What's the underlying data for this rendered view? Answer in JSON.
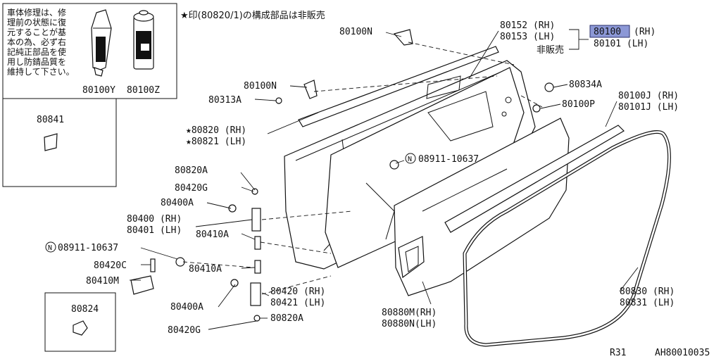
{
  "notes": {
    "repair_note": [
      "車体修理は、修",
      "理前の状態に復",
      "元することが基",
      "本の為、必ず右",
      "記純正部品を使",
      "用し防錆品質を",
      "維持して下さい。"
    ],
    "star_note": "★印(80820/1)の構成部品は非販売",
    "not_sold": "非販売"
  },
  "labels": {
    "p80100y": "80100Y",
    "p80100z": "80100Z",
    "p80841": "80841",
    "p80824": "80824",
    "p80100n_a": "80100N",
    "p80100n_b": "80100N",
    "p80313a": "80313A",
    "p80820rh": "★80820 (RH)",
    "p80821lh": "★80821 (LH)",
    "p80820a_a": "80820A",
    "p80420g_a": "80420G",
    "p80400a_a": "80400A",
    "p80400rh": "80400 (RH)",
    "p80401lh": "80401 (LH)",
    "p80410a_a": "80410A",
    "p08911_a": "08911-10637",
    "p80420c": "80420C",
    "p80410m": "80410M",
    "p80410a_b": "80410A",
    "p80400a_b": "80400A",
    "p80420rh": "80420 (RH)",
    "p80421lh": "80421 (LH)",
    "p80420g_b": "80420G",
    "p80820a_b": "80820A",
    "p08911_b": "08911-10637",
    "p80152rh": "80152 (RH)",
    "p80153lh": "80153 (LH)",
    "p80100": "80100",
    "p80100_side": "(RH)",
    "p80101lh": "80101 (LH)",
    "p80834a": "80834A",
    "p80100p": "80100P",
    "p80100j": "80100J (RH)",
    "p80101j": "80101J (LH)",
    "p80880m": "80880M(RH)",
    "p80880n": "80880N(LH)",
    "p80830rh": "80830 (RH)",
    "p80831lh": "80831 (LH)",
    "n_mark": "N"
  },
  "footer": {
    "page_code": "R31",
    "figure_code": "AH80010035"
  },
  "colors": {
    "highlight": "#8c98d6",
    "ink": "#111111"
  }
}
